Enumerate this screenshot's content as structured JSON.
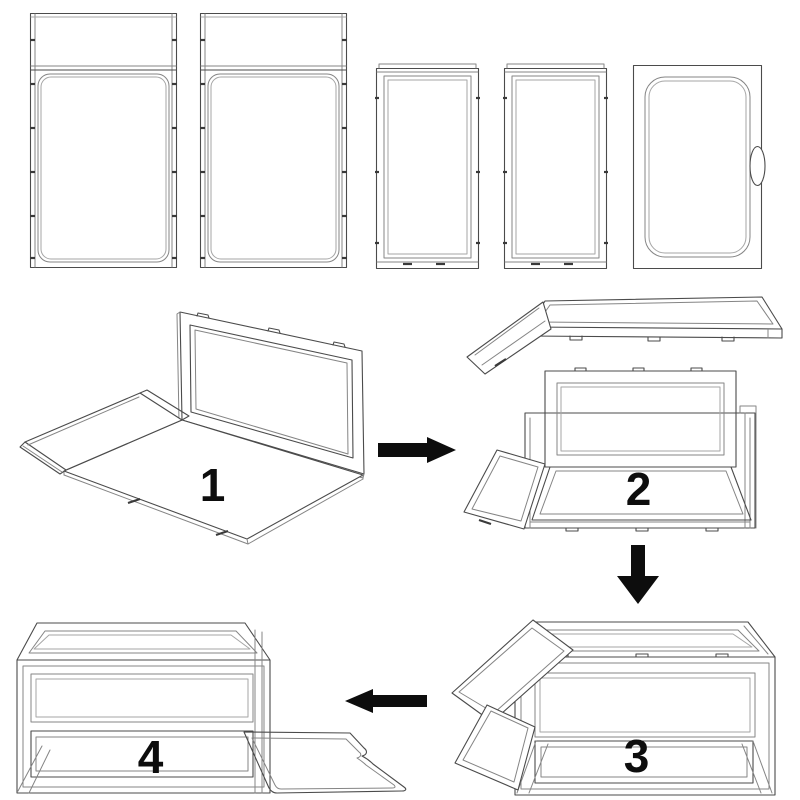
{
  "diagram": {
    "background": "#ffffff",
    "colors": {
      "line": "#4b4b4b",
      "line_light": "#858585",
      "line_faint": "#a6a6a6",
      "arrow": "#0d0d0d",
      "label": "#0d0d0d"
    },
    "flat_parts": [
      {
        "name": "large-side-panel-with-hinged-top-flap",
        "count_shown": 2
      },
      {
        "name": "narrow-framed-panel",
        "count_shown": 2
      },
      {
        "name": "front-door-panel-with-handle",
        "count_shown": 1
      }
    ],
    "steps": [
      {
        "label": "1",
        "name": "unfolded-base-with-back-panel-raised"
      },
      {
        "label": "2",
        "name": "side-walls-folded-up-lid-above"
      },
      {
        "label": "3",
        "name": "box-formed-lid-and-door-open"
      },
      {
        "label": "4",
        "name": "finished-box-front-door-dropped-open"
      }
    ],
    "arrows": [
      {
        "name": "arrow-step1-to-step2",
        "direction": "right"
      },
      {
        "name": "arrow-step2-to-step3",
        "direction": "down"
      },
      {
        "name": "arrow-step3-to-step4",
        "direction": "left"
      }
    ]
  }
}
